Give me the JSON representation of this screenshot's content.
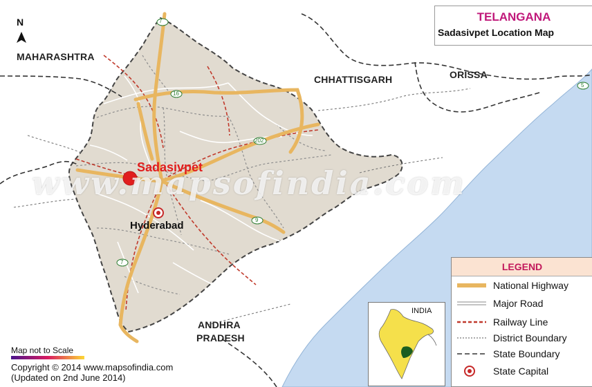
{
  "title": {
    "line1": "TELANGANA",
    "line2": "Sadasivpet Location Map"
  },
  "north_label": "N",
  "regions": {
    "maharashtra": "MAHARASHTRA",
    "chhattisgarh": "CHHATTISGARH",
    "orissa": "ORISSA",
    "andhra_line1": "ANDHRA",
    "andhra_line2": "PRADESH"
  },
  "places": {
    "sadasivpet": "Sadasivpet",
    "hyderabad": "Hyderabad"
  },
  "highway_labels": [
    "7",
    "16",
    "202",
    "9",
    "7",
    "5"
  ],
  "watermark": "www.mapsofindia.com",
  "legend": {
    "heading": "LEGEND",
    "items": [
      "National Highway",
      "Major Road",
      "Railway Line",
      "District Boundary",
      "State Boundary",
      "State Capital"
    ]
  },
  "inset": {
    "label": "INDIA"
  },
  "footer": {
    "scale_note": "Map not to Scale",
    "copyright": "Copyright © 2014  www.mapsofindia.com",
    "updated": "(Updated on 2nd June 2014)"
  },
  "colors": {
    "land": "#e1dbd0",
    "sea": "#c5daf1",
    "highway": "#e8b660",
    "railway": "#c0392b",
    "marker": "#e11d1d",
    "title": "#c0187a"
  }
}
